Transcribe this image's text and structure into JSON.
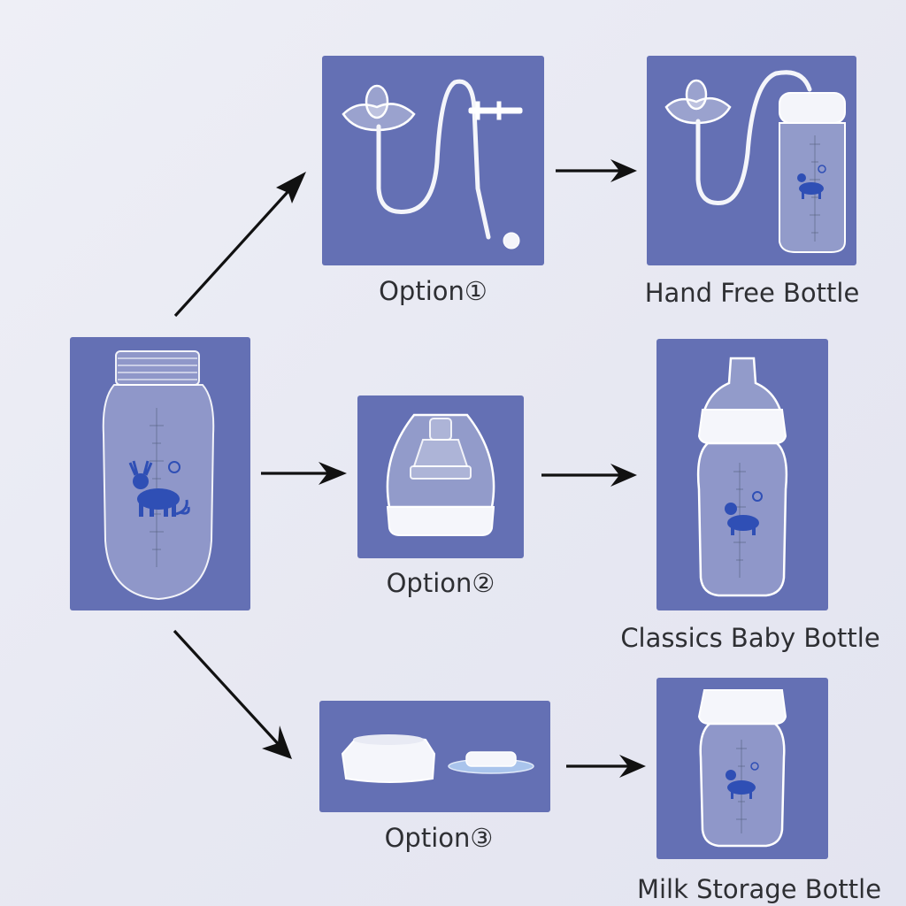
{
  "labels": {
    "option1": "Option①",
    "option2": "Option②",
    "option3": "Option③",
    "hand_free": "Hand Free Bottle",
    "classics": "Classics Baby Bottle",
    "milk_storage": "Milk Storage Bottle"
  },
  "colors": {
    "panel": "#6470b4",
    "arrow": "#111111",
    "label_text": "#2e2f33",
    "deer": "#2f4fb5"
  }
}
